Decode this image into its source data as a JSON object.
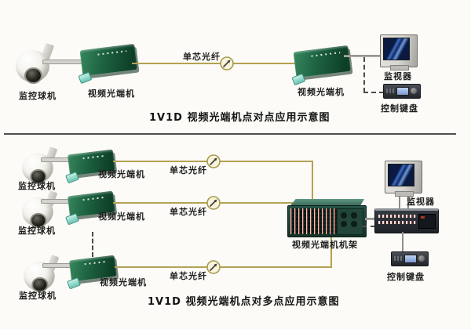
{
  "top_diagram": {
    "caption": "1V1D 视频光端机点对点应用示意图",
    "camera_label": "监控球机",
    "transmitter_label": "视频光端机",
    "receiver_label": "视频光端机",
    "fiber_label": "单芯光纤",
    "monitor_label": "监视器",
    "keyboard_label": "控制键盘"
  },
  "bottom_diagram": {
    "caption": "1V1D 视频光端机点对多点应用示意图",
    "rows": [
      {
        "camera_label": "监控球机",
        "transceiver_label": "视频光端机",
        "fiber_label": "单芯光纤"
      },
      {
        "camera_label": "监控球机",
        "transceiver_label": "视频光端机",
        "fiber_label": "单芯光纤"
      },
      {
        "camera_label": "监控球机",
        "transceiver_label": "视频光端机",
        "fiber_label": "单芯光纤"
      }
    ],
    "rack_label": "视频光端机机架",
    "monitor_label": "监视器",
    "keyboard_label": "控制键盘"
  },
  "colors": {
    "fiber_line": "#b3a252",
    "transceiver_green": "#1e6342",
    "divider": "#50504b",
    "monitor_screen_blue": "#0a1a42"
  }
}
